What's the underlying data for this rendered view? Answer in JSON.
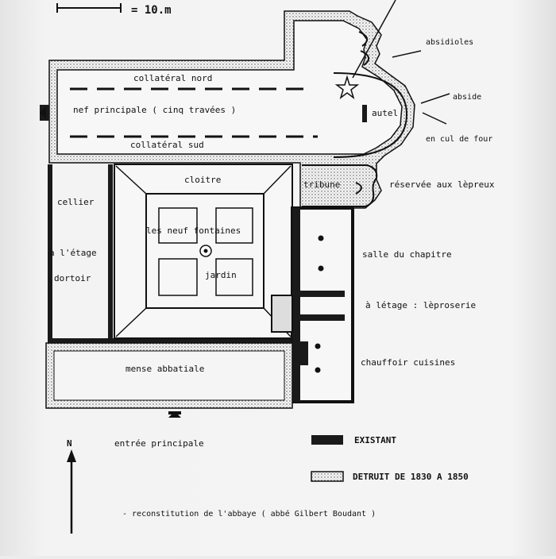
{
  "scale": {
    "text": "= 10.m"
  },
  "labels": {
    "collateral_nord": "collatéral nord",
    "nef": "nef principale ( cinq travées )",
    "collateral_sud": "collatéral sud",
    "absidioles": "absidioles",
    "abside": "abside",
    "autel": "autel",
    "cul_de_four": "en cul de four",
    "tribune": "tribune",
    "reservee": "réservée aux lèpreux",
    "cloitre": "cloitre",
    "fontaines": "les neuf fontaines",
    "jardin": "jardin",
    "cellier": "cellier",
    "etage": "à l'étage",
    "dortoir": "dortoir",
    "salle_chapitre": "salle du chapitre",
    "leproserie": "à létage : lèproserie",
    "chauffoir": "chauffoir  cuisines",
    "mense": "mense abbatiale",
    "entree": "entrée principale"
  },
  "north": {
    "letter": "N"
  },
  "legend": {
    "existant": "EXISTANT",
    "detruit": "DETRUIT DE 1830 A 1850"
  },
  "caption": "- reconstitution de l'abbaye ( abbé Gilbert Boudant )",
  "colors": {
    "paper": "#f4f4f4",
    "ink": "#111111"
  }
}
